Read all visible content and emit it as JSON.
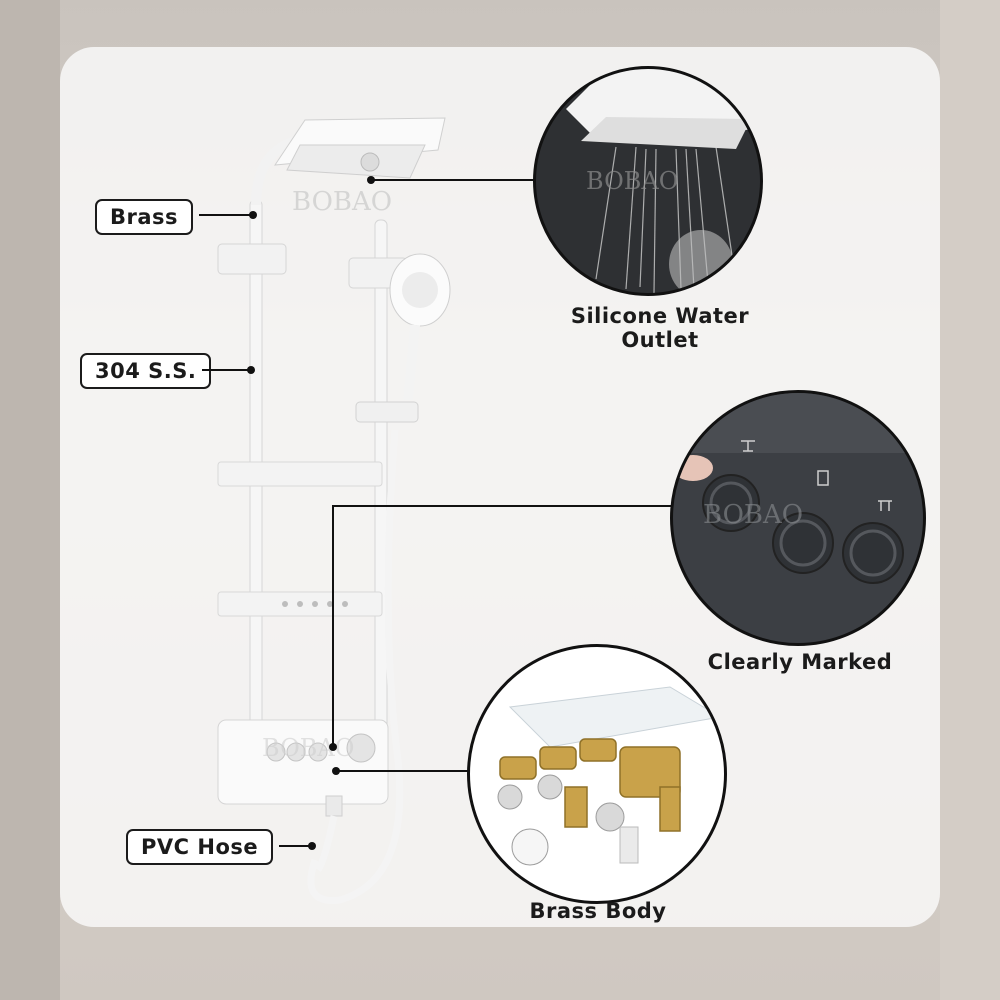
{
  "labels": {
    "brass": "Brass",
    "steel": "304 S.S.",
    "hose": "PVC Hose"
  },
  "captions": {
    "outlet_line1": "Silicone Water",
    "outlet_line2": "Outlet",
    "marked": "Clearly Marked",
    "body": "Brass Body"
  },
  "colors": {
    "brass": "#c9a24a",
    "dark_panel": "#3c3f44",
    "finish": "#f4f4f4"
  }
}
